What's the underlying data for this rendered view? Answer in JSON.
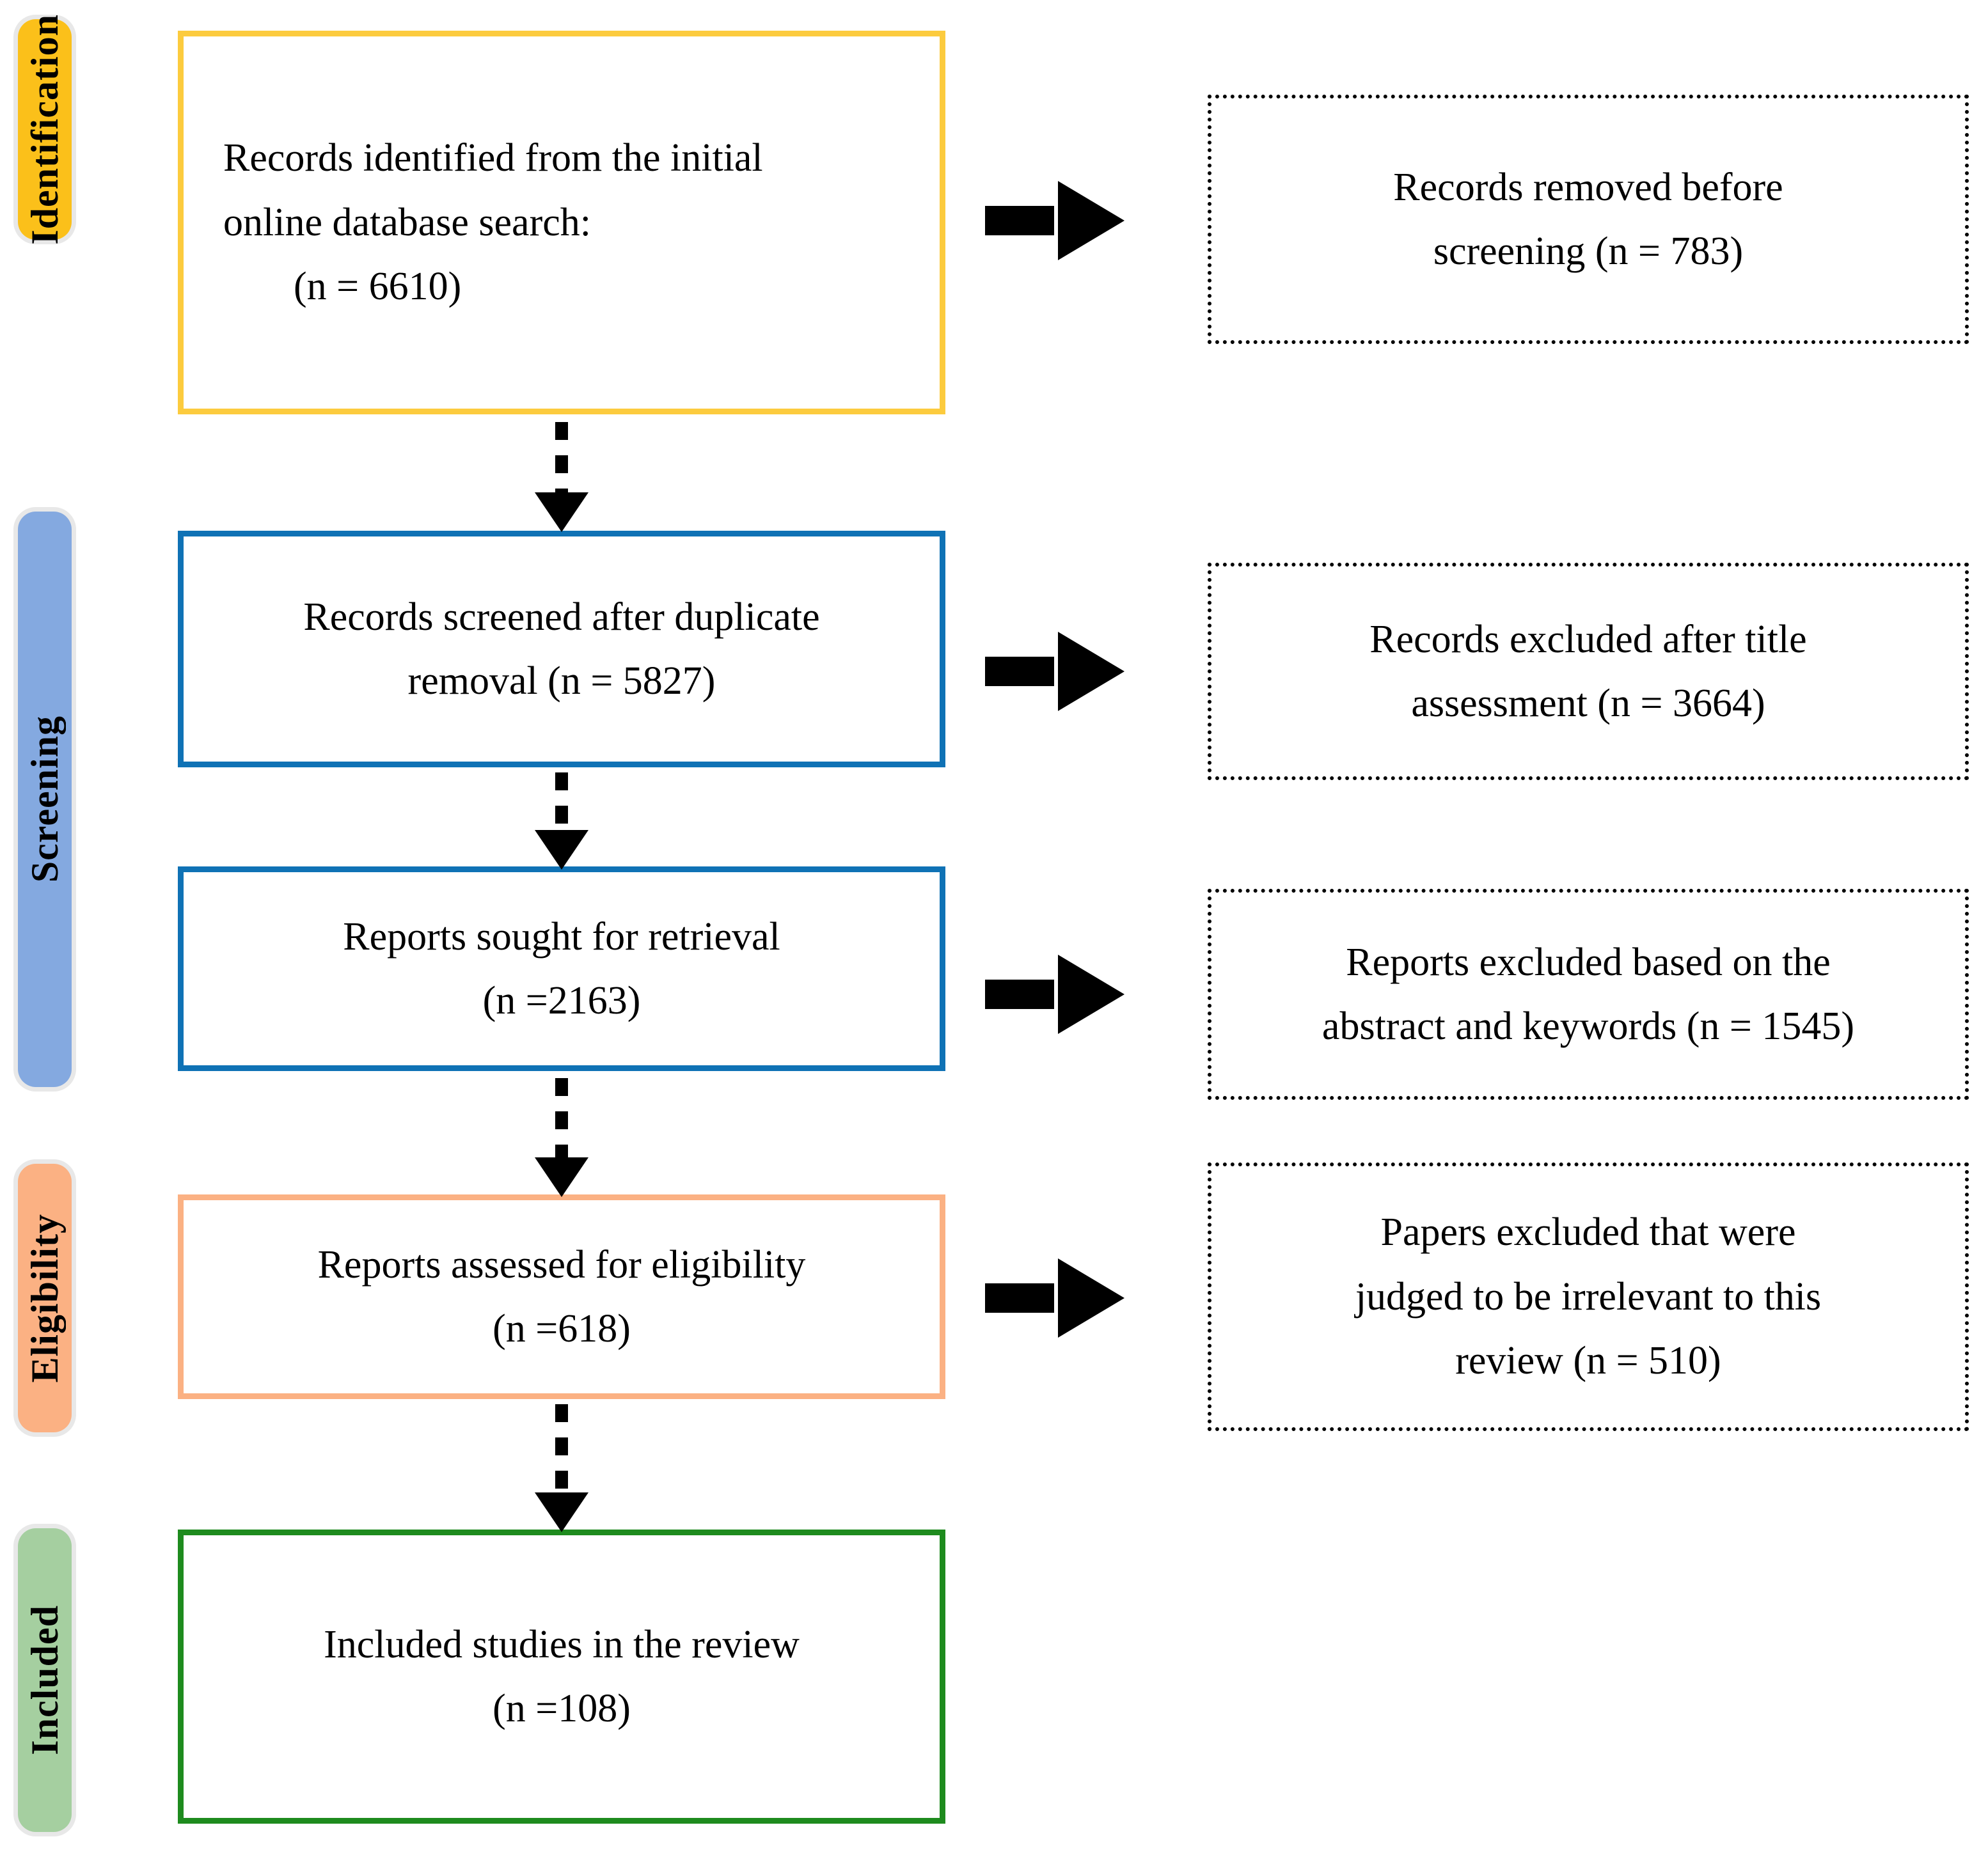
{
  "diagram": {
    "title": "PRISMA study selection flow diagram",
    "stages": [
      {
        "id": "identification",
        "label": "Identification",
        "color": "#FBC01A"
      },
      {
        "id": "screening",
        "label": "Screening",
        "color": "#84A9E0"
      },
      {
        "id": "eligibility",
        "label": "Eligibility",
        "color": "#FBB183"
      },
      {
        "id": "included",
        "label": "Included",
        "color": "#A5CFA0"
      }
    ],
    "flow_boxes": [
      {
        "id": "records-identified",
        "border_color": "#FCCB3E",
        "lines": [
          "Records identified from the initial",
          "online database search:",
          "(n = 6610)"
        ],
        "count": 6610
      },
      {
        "id": "records-screened",
        "border_color": "#0F72B5",
        "lines": [
          "Records screened after duplicate",
          "removal (n = 5827)"
        ],
        "count": 5827
      },
      {
        "id": "reports-sought",
        "border_color": "#0F72B5",
        "lines": [
          "Reports sought for retrieval",
          "(n =2163)"
        ],
        "count": 2163
      },
      {
        "id": "reports-assessed",
        "border_color": "#FBB183",
        "lines": [
          "Reports assessed for eligibility",
          "(n =618)"
        ],
        "count": 618
      },
      {
        "id": "included-studies",
        "border_color": "#1E8B1E",
        "lines": [
          "Included studies in the review",
          "(n =108)"
        ],
        "count": 108
      }
    ],
    "exclusion_boxes": [
      {
        "id": "records-removed",
        "lines": [
          "Records removed before",
          "screening (n = 783)"
        ],
        "count": 783
      },
      {
        "id": "records-excluded-title",
        "lines": [
          "Records excluded after title",
          "assessment (n = 3664)"
        ],
        "count": 3664
      },
      {
        "id": "reports-excluded-abstract",
        "lines": [
          "Reports excluded based on the",
          "abstract and keywords (n = 1545)"
        ],
        "count": 1545
      },
      {
        "id": "papers-excluded-irrelevant",
        "lines": [
          "Papers excluded that were",
          "judged to be irrelevant to this",
          "review (n = 510)"
        ],
        "count": 510
      }
    ]
  }
}
